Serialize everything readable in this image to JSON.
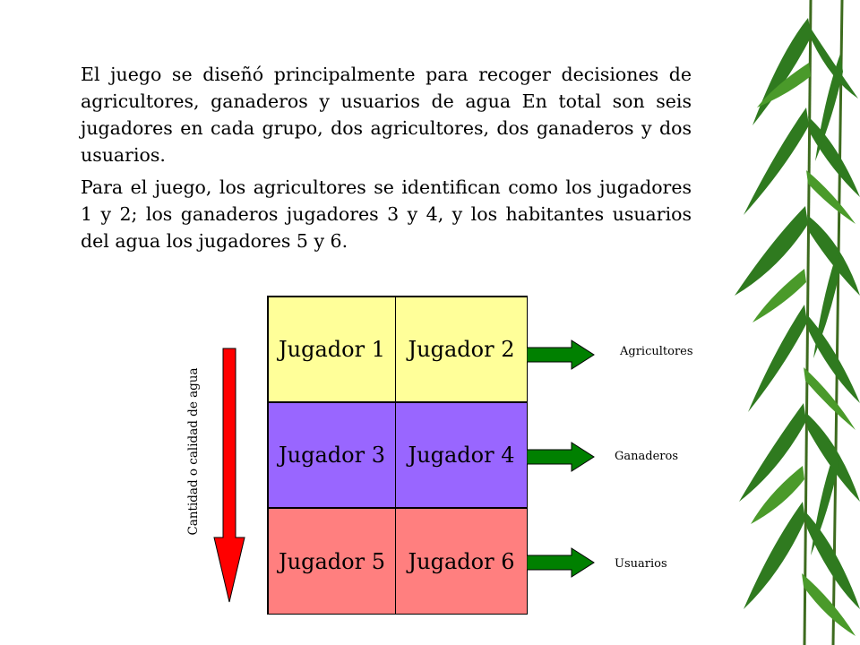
{
  "paragraphs": {
    "p1": "El juego se diseñó principalmente para recoger decisiones de agricultores, ganaderos y usuarios de agua En total son seis jugadores en cada grupo, dos agricultores, dos ganaderos y dos usuarios.",
    "p2": "Para el juego, los agricultores se identifican como los jugadores 1 y 2; los ganaderos jugadores 3 y 4, y los habitantes usuarios del agua los jugadores 5 y 6."
  },
  "diagram": {
    "rows": [
      {
        "color": "#FFFF99",
        "cells": [
          "Jugador 1",
          "Jugador 2"
        ],
        "group": "Agricultores"
      },
      {
        "color": "#9966FF",
        "cells": [
          "Jugador 3",
          "Jugador 4"
        ],
        "group": "Ganaderos"
      },
      {
        "color": "#FF7F7F",
        "cells": [
          "Jugador 5",
          "Jugador 6"
        ],
        "group": "Usuarios"
      }
    ],
    "axis_label": "Cantidad o calidad de agua",
    "down_arrow_color": "#FF0000",
    "side_arrow_color": "#008000"
  }
}
